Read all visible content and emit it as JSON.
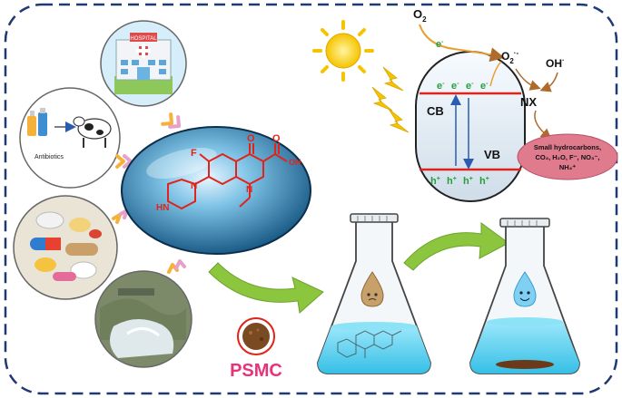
{
  "sources": {
    "hospital_sign": "HOSPITAL",
    "antibiotics_label": "Antibiotics"
  },
  "drug": {
    "fluorine": "F",
    "oxygen": "O",
    "hydroxyl": "OH",
    "nitrogen": "N",
    "amine": "HN"
  },
  "catalyst": {
    "label": "PSMC"
  },
  "photocatalysis": {
    "oxygen": "O",
    "oxygen_sub": "2",
    "electron_arrow_label": "e",
    "electron_sup": "-",
    "superoxide": "O",
    "superoxide_sub": "2",
    "superoxide_sup": "·-",
    "hydroxyl_radical": "OH",
    "hydroxyl_sup": "·",
    "nx": "NX",
    "cb": "CB",
    "vb": "VB",
    "electrons": [
      "e",
      "e",
      "e",
      "e"
    ],
    "holes": [
      "h",
      "h",
      "h",
      "h"
    ],
    "hole_sup": "+",
    "products": [
      "Small hydrocarbons,",
      "CO₂, H₂O, F⁻, NO₃⁻,",
      "NH₄⁺"
    ]
  },
  "colors": {
    "border_dash": "#1f3a73",
    "pill_blue": "#1a6fa3",
    "drug_red": "#e0241b",
    "band_red": "#e0241b",
    "arrow_green": "#8cc63e",
    "arrow_yellow": "#f4c430",
    "label_magenta": "#e6337a",
    "product_ellipse": "#e07b8e",
    "flask_liquid": "#5fd3f0"
  }
}
